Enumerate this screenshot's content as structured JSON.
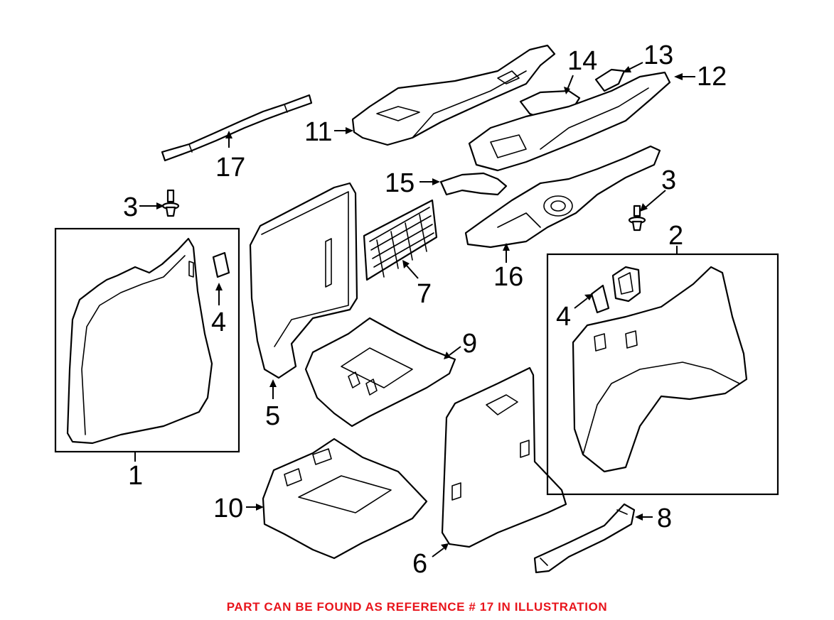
{
  "callouts": {
    "n1": "1",
    "n2": "2",
    "n3_left": "3",
    "n3_right": "3",
    "n4_left": "4",
    "n4_right": "4",
    "n5": "5",
    "n6": "6",
    "n7": "7",
    "n8": "8",
    "n9": "9",
    "n10": "10",
    "n11": "11",
    "n12": "12",
    "n13": "13",
    "n14": "14",
    "n15": "15",
    "n16": "16",
    "n17": "17"
  },
  "footer": {
    "note": "PART CAN BE FOUND AS REFERENCE # 17 IN ILLUSTRATION",
    "note_color": "#e8141b"
  }
}
